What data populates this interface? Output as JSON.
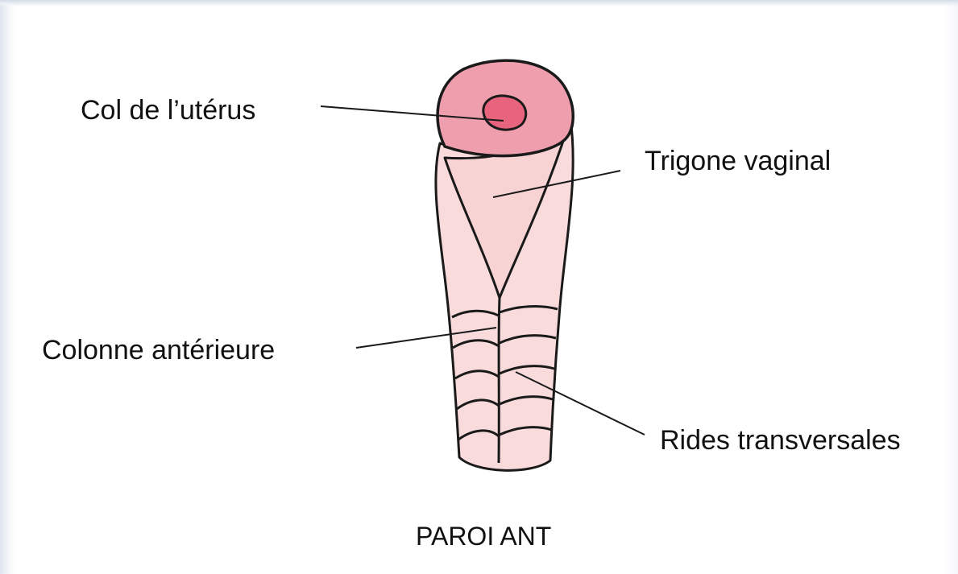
{
  "labels": {
    "cervix": "Col de l’utérus",
    "trigone": "Trigone vaginal",
    "anterior_column": "Colonne antérieure",
    "transverse_ridges": "Rides transversales"
  },
  "caption": "PAROI ANT",
  "colors": {
    "cervix_fill": "#ee9eac",
    "os_fill": "#e8647e",
    "wall_fill": "#f9dbdc",
    "trigone_fill": "#f7d3d3",
    "outline": "#1a1a1a"
  }
}
